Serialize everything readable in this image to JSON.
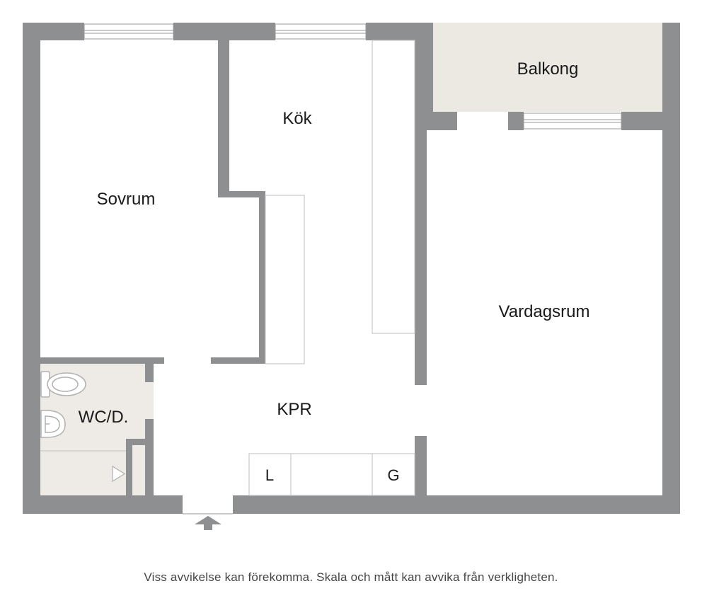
{
  "rooms": {
    "sovrum": "Sovrum",
    "kok": "Kök",
    "balkong": "Balkong",
    "vardagsrum": "Vardagsrum",
    "wc": "WC/D.",
    "kpr": "KPR"
  },
  "fixtures": {
    "wardrobe_l": "L",
    "wardrobe_g": "G"
  },
  "disclaimer": "Viss avvikelse kan förekomma. Skala och mått kan avvika från verkligheten.",
  "colors": {
    "wall": "#8e8f91",
    "wet_room_floor": "#eeebe6",
    "balcony_floor": "#ece9e3",
    "background": "#ffffff",
    "fixture_line": "#c8c8c8"
  },
  "icons": {
    "entrance": "entrance-arrow-icon",
    "toilet": "toilet-icon",
    "sink": "sink-icon",
    "shower": "shower-triangle-icon"
  }
}
